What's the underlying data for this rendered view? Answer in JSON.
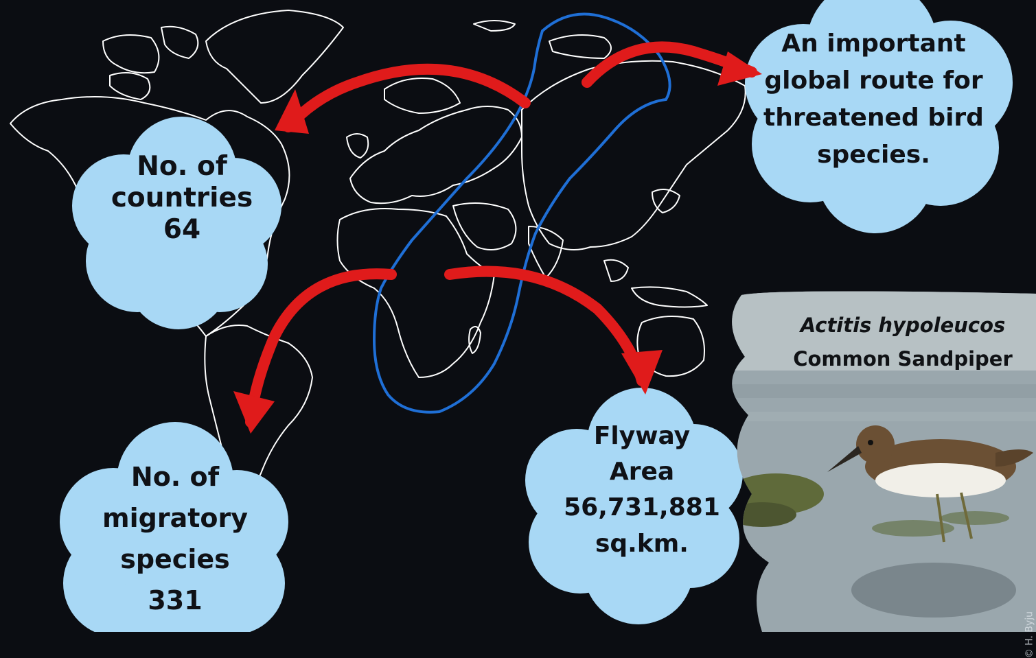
{
  "clouds": {
    "countries": {
      "line1": "No. of",
      "line2": "countries",
      "value": "64"
    },
    "species": {
      "line1": "No. of",
      "line2": "migratory",
      "line3": "species",
      "value": "331"
    },
    "route": {
      "line1": "An important",
      "line2": "global route for",
      "line3": "threatened bird",
      "line4": "species."
    },
    "area": {
      "line1": "Flyway",
      "line2": "Area",
      "value": "56,731,881",
      "unit": "sq.km."
    }
  },
  "bird": {
    "scientific_name": "Actitis hypoleucos",
    "common_name": "Common Sandpiper",
    "credit": "© H. Byju"
  },
  "colors": {
    "background": "#0b0d12",
    "cloud": "#a8d8f5",
    "arrow": "#e01b1b",
    "flyway": "#1f6fd6",
    "map_outline": "#ffffff"
  },
  "icons": [
    "world-map",
    "flyway-outline",
    "curved-arrow",
    "bird-photo"
  ]
}
